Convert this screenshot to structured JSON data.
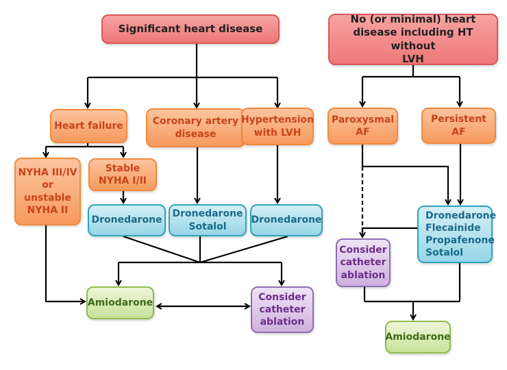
{
  "diagram": {
    "title": "Antiarrhythmic drug selection for atrial fibrillation",
    "colors": {
      "condition": "#ef7777",
      "subgroup": "#f79a5e",
      "drug": "#97d6e6",
      "amiodarone": "#c7e29a",
      "ablation": "#cdb1de",
      "connector": "#000000"
    },
    "nodes": {
      "significant": "Significant heart disease",
      "no_minimal": "No (or minimal) heart\ndisease including HT without\nLVH",
      "heart_failure": "Heart failure",
      "cad": "Coronary artery\ndisease",
      "htn_lvh": "Hypertension\nwith LVH",
      "nyha_severe": "NYHA III/IV\nor\nunstable\nNYHA II",
      "nyha_stable": "Stable\nNYHA I/II",
      "drone_hf": "Dronedarone",
      "drone_sotalol": "Dronedarone\nSotalol",
      "drone_htn": "Dronedarone",
      "amio_left": "Amiodarone",
      "ablation_left": "Consider\ncatheter\nablation",
      "paroxysmal": "Paroxysmal\nAF",
      "persistent": "Persistent\nAF",
      "drug_list_right": "Dronedarone\nFlecainide\nPropafenone\nSotalol",
      "ablation_right": "Consider\ncatheter\nablation",
      "amio_right": "Amiodarone"
    }
  }
}
